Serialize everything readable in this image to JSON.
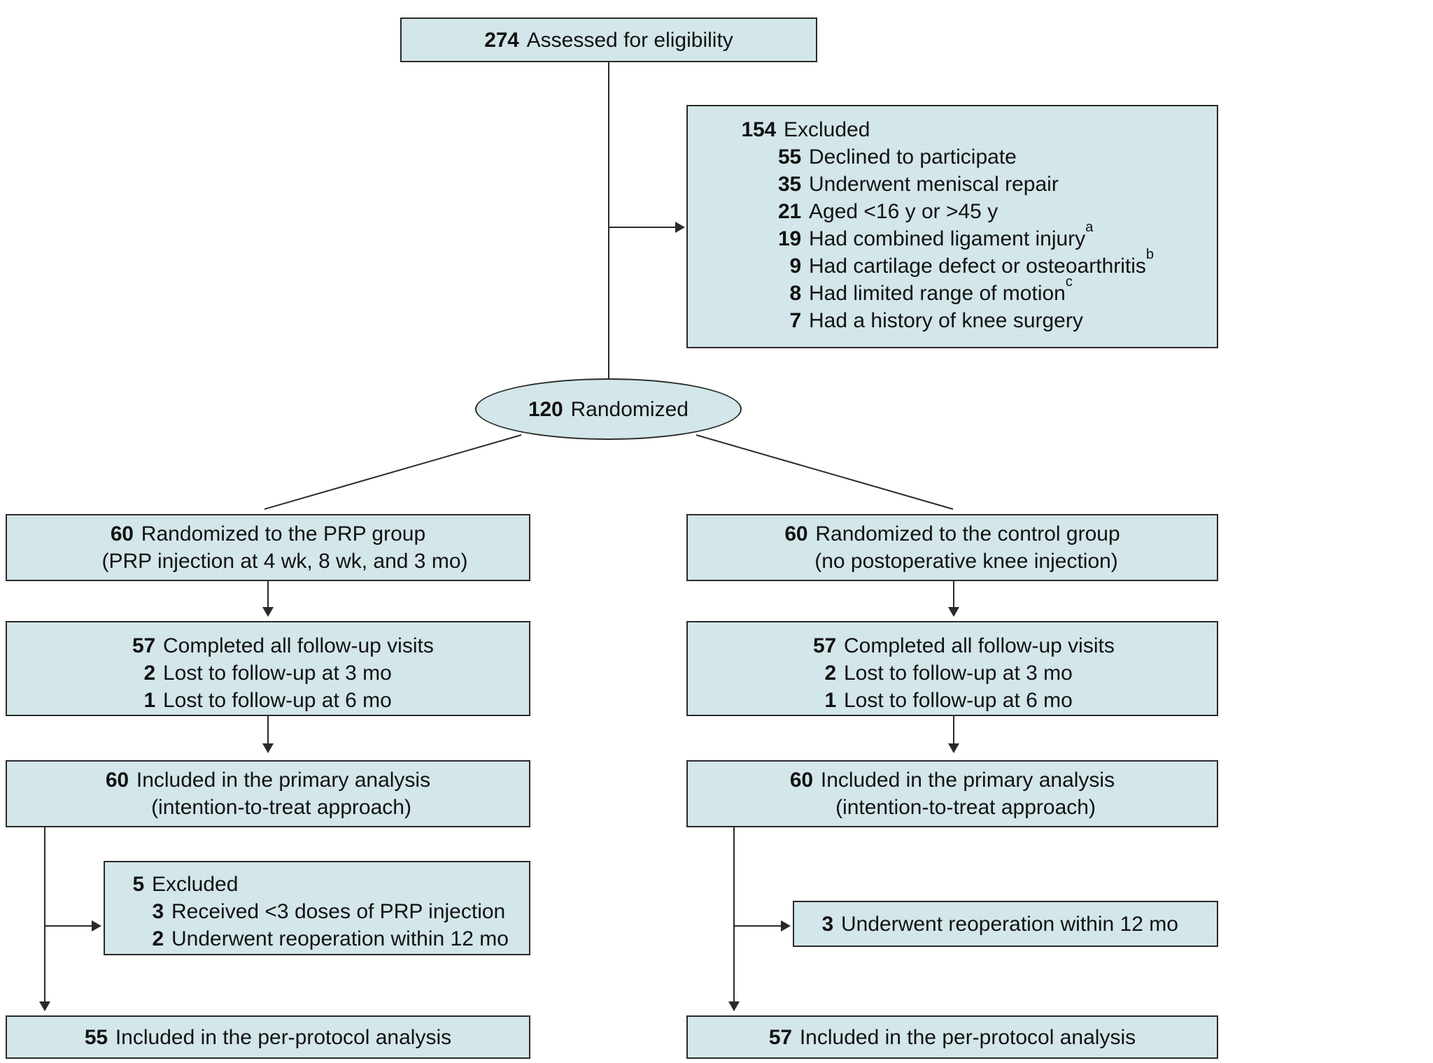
{
  "figure": {
    "type": "consort-flow-diagram",
    "fill_color": "#d3e6e9",
    "stroke_color": "#2a2a2a"
  },
  "nodes": {
    "assessed": {
      "n": "274",
      "text": "Assessed for eligibility"
    },
    "excluded": {
      "header_n": "154",
      "header_text": "Excluded",
      "items": [
        {
          "n": "55",
          "text": "Declined to participate",
          "sup": ""
        },
        {
          "n": "35",
          "text": "Underwent meniscal repair",
          "sup": ""
        },
        {
          "n": "21",
          "text": "Aged <16 y or >45 y",
          "sup": ""
        },
        {
          "n": "19",
          "text": "Had combined ligament injury",
          "sup": "a"
        },
        {
          "n": "9",
          "text": "Had cartilage defect or osteoarthritis",
          "sup": "b"
        },
        {
          "n": "8",
          "text": "Had limited range of motion",
          "sup": "c"
        },
        {
          "n": "7",
          "text": "Had a history of knee surgery",
          "sup": ""
        }
      ]
    },
    "randomized": {
      "n": "120",
      "text": "Randomized"
    },
    "prp_alloc": {
      "n": "60",
      "text": "Randomized to the PRP group",
      "line2": "(PRP injection at 4 wk, 8 wk, and 3 mo)"
    },
    "control_alloc": {
      "n": "60",
      "text": "Randomized to the control group",
      "line2": "(no postoperative knee injection)"
    },
    "prp_followup": {
      "items": [
        {
          "n": "57",
          "text": "Completed all follow-up visits"
        },
        {
          "n": "2",
          "text": "Lost to follow-up at 3 mo"
        },
        {
          "n": "1",
          "text": "Lost to follow-up at 6 mo"
        }
      ]
    },
    "control_followup": {
      "items": [
        {
          "n": "57",
          "text": "Completed all follow-up visits"
        },
        {
          "n": "2",
          "text": "Lost to follow-up at 3 mo"
        },
        {
          "n": "1",
          "text": "Lost to follow-up at 6 mo"
        }
      ]
    },
    "prp_primary": {
      "n": "60",
      "text": "Included in the primary analysis",
      "line2": "(intention-to-treat approach)"
    },
    "control_primary": {
      "n": "60",
      "text": "Included in the primary analysis",
      "line2": "(intention-to-treat approach)"
    },
    "prp_excluded": {
      "header_n": "5",
      "header_text": "Excluded",
      "items": [
        {
          "n": "3",
          "text": "Received <3 doses of PRP injection"
        },
        {
          "n": "2",
          "text": "Underwent reoperation within 12 mo"
        }
      ]
    },
    "control_excluded": {
      "items": [
        {
          "n": "3",
          "text": "Underwent reoperation within 12 mo"
        }
      ]
    },
    "prp_perprotocol": {
      "n": "55",
      "text": "Included in the per-protocol analysis"
    },
    "control_perprotocol": {
      "n": "57",
      "text": "Included in the per-protocol analysis"
    }
  }
}
